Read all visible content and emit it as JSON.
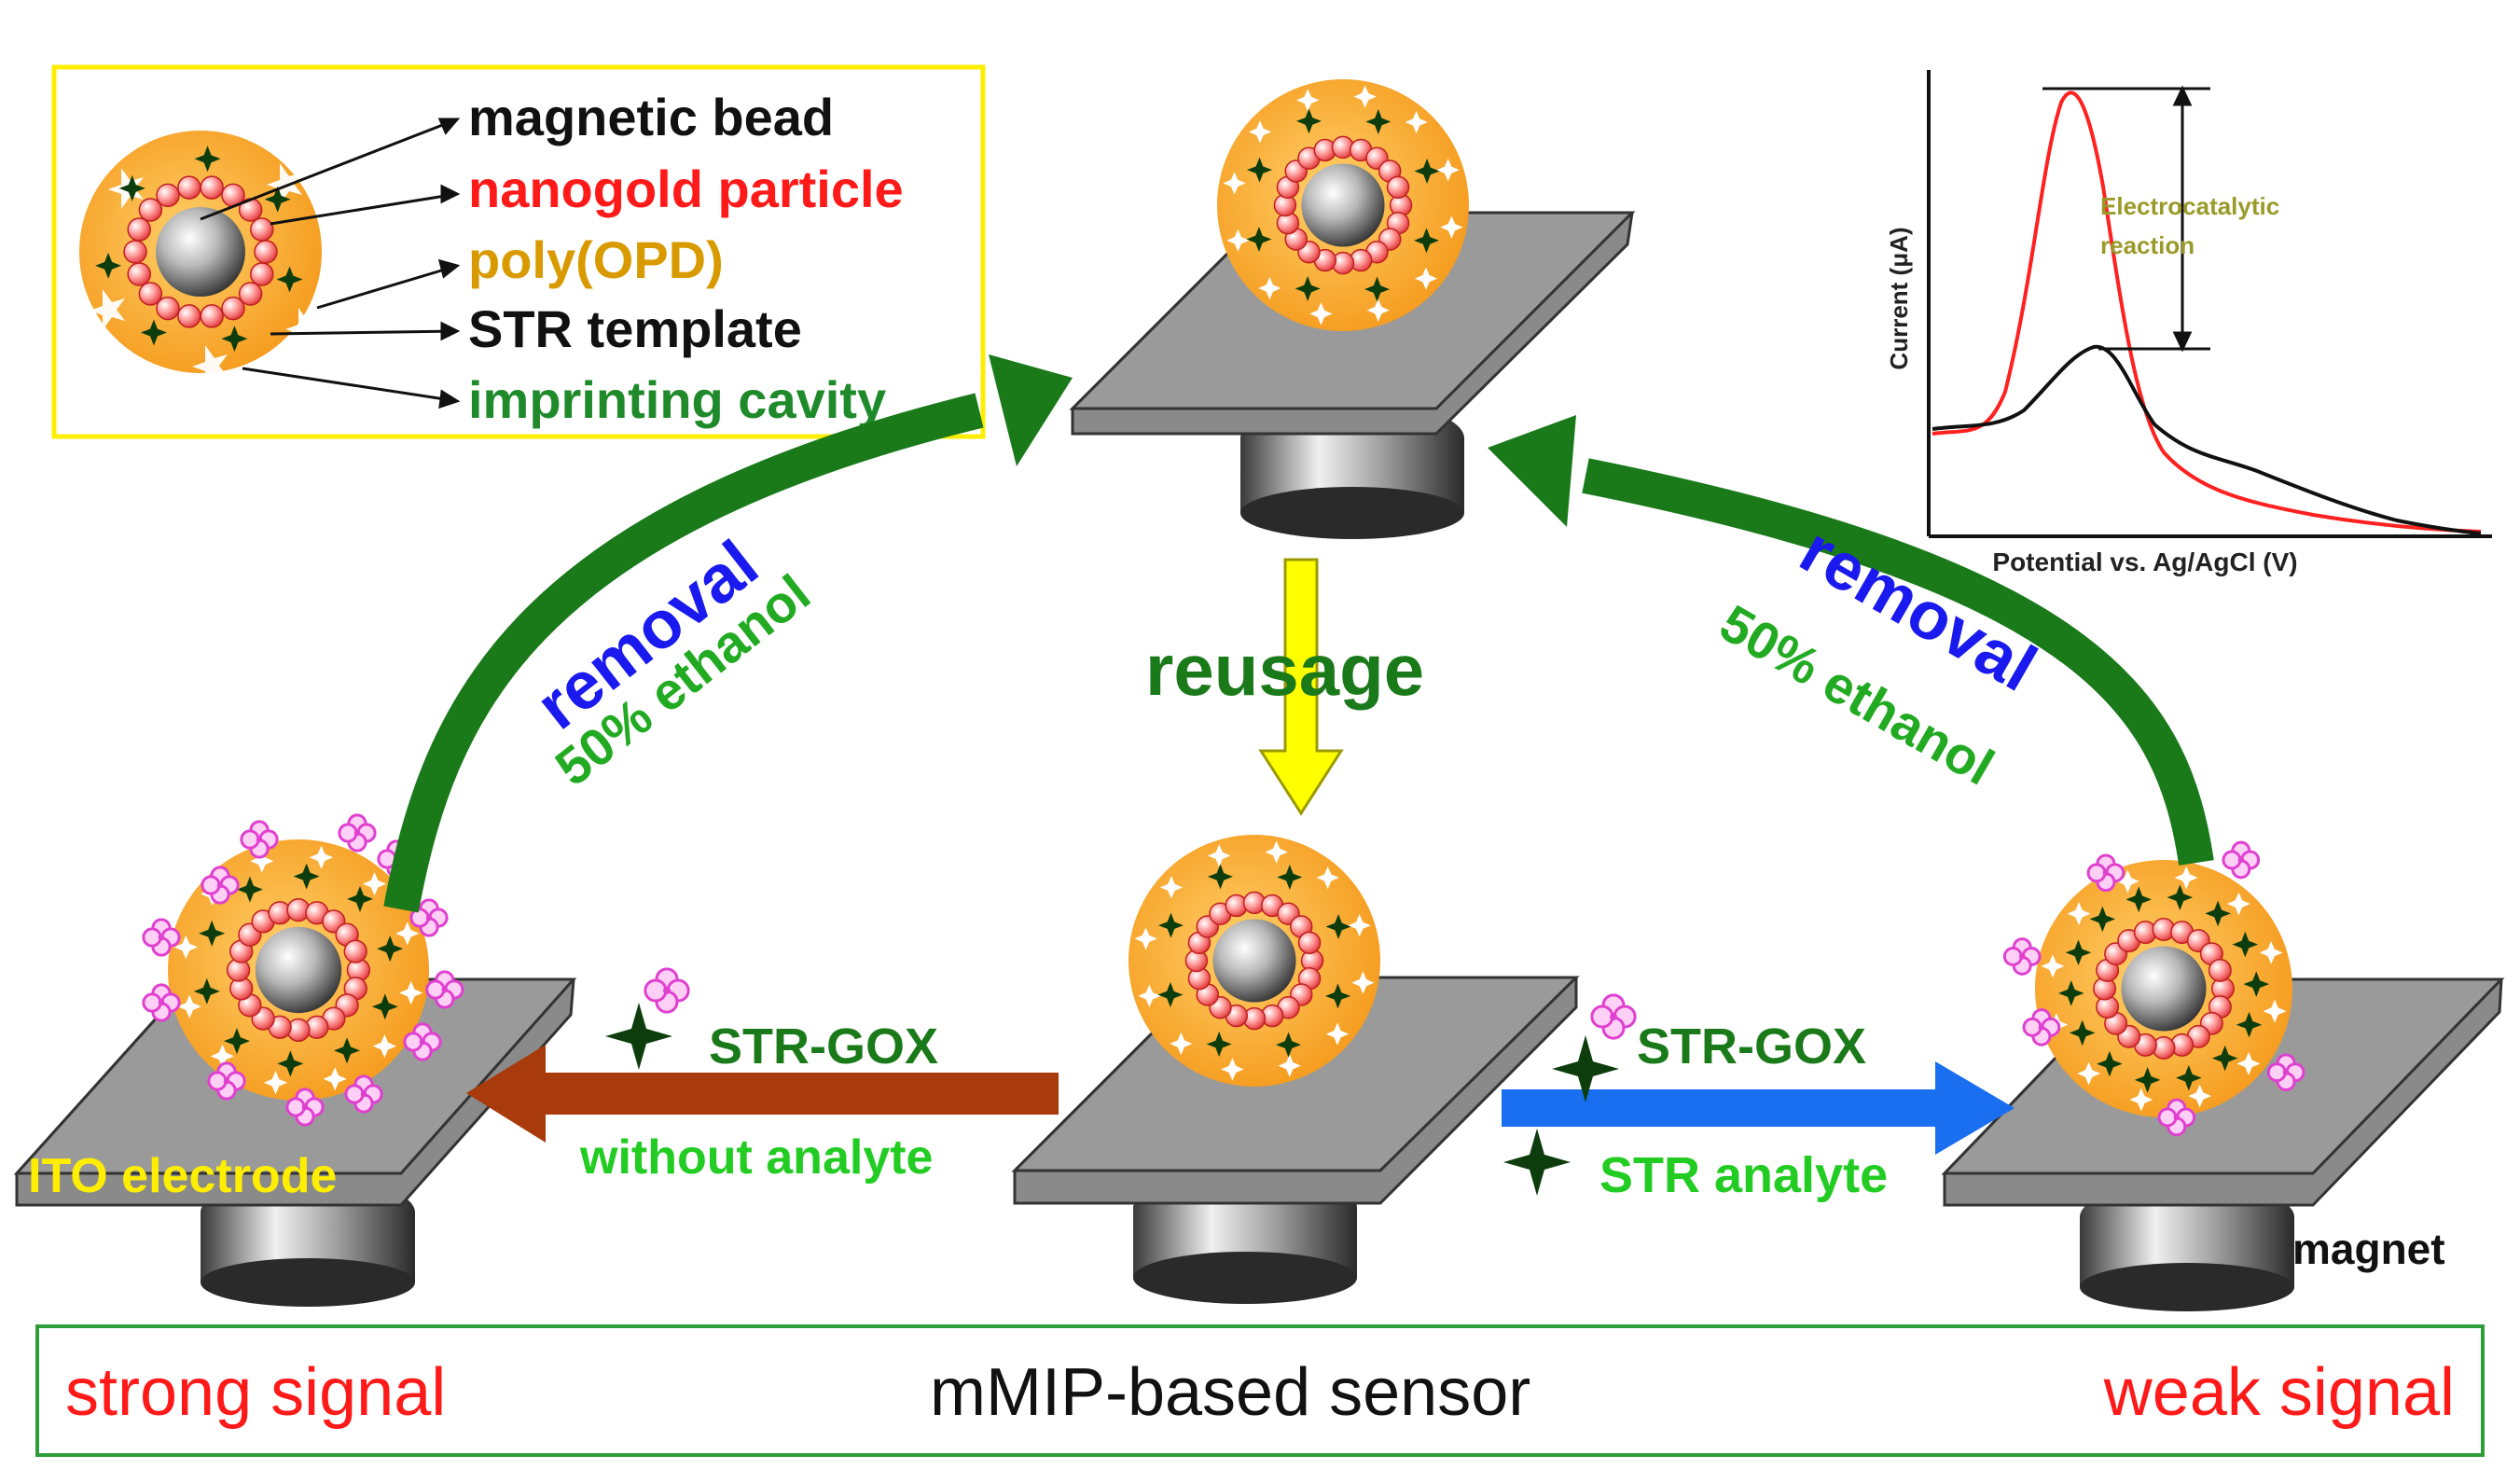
{
  "legend": {
    "items": [
      {
        "label": "magnetic bead",
        "color": "#111111"
      },
      {
        "label": "nanogold particle",
        "color": "#ff1a1a"
      },
      {
        "label": "poly(OPD)",
        "color": "#d99a00"
      },
      {
        "label": "STR template",
        "color": "#111111"
      },
      {
        "label": "imprinting cavity",
        "color": "#1f8a2a"
      }
    ]
  },
  "labels": {
    "removal_left": "removal",
    "ethanol_left": "50% ethanol",
    "removal_right": "removal",
    "ethanol_right": "50% ethanol",
    "reusage": "reusage",
    "str_gox_left": "STR-GOX",
    "without_analyte": "without analyte",
    "str_gox_right": "STR-GOX",
    "str_analyte": "STR analyte",
    "ito_electrode": "ITO electrode",
    "magnet": "magnet"
  },
  "inset_chart": {
    "ylabel": "Current (μA)",
    "xlabel": "Potential vs. Ag/AgCl (V)",
    "annotation_line1": "Electrocatalytic",
    "annotation_line2": "reaction"
  },
  "footer": {
    "left": "strong signal",
    "center": "mMIP-based sensor",
    "right": "weak signal"
  },
  "colors": {
    "green_arrow": "#1a7a1a",
    "blue_arrow": "#1a6ef0",
    "brown_arrow": "#a83a0c",
    "yellow_arrow": "#ffff00",
    "removal_text": "#1a1aee",
    "ethanol_text": "#22aa22",
    "legend_border": "#ffee00",
    "footer_border": "#2e9e3a"
  }
}
